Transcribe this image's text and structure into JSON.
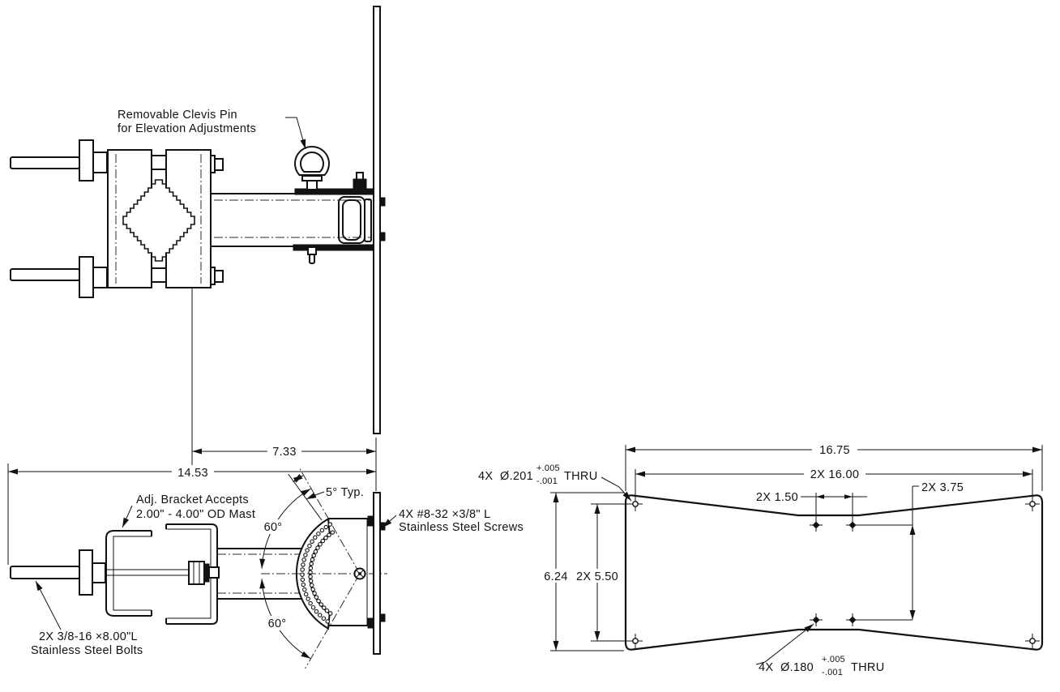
{
  "views": {
    "side": {
      "clevis_note_1": "Removable Clevis Pin",
      "clevis_note_2": "for Elevation Adjustments"
    },
    "plan": {
      "bracket_note_1": "Adj. Bracket Accepts",
      "bracket_note_2": "2.00\" - 4.00\" OD Mast",
      "bolts_note_1": "2X 3/8-16 ×8.00\"L",
      "bolts_note_2": "Stainless Steel Bolts",
      "screws_note_1": "4X #8-32 ×3/8\" L",
      "screws_note_2": "Stainless Steel Screws",
      "dim_boom": "7.33",
      "dim_overall": "14.53",
      "angle_typ": "5° Typ.",
      "angle_upper": "60°",
      "angle_lower": "60°"
    },
    "plate": {
      "dim_width": "16.75",
      "dim_hole_span_h": "2X 16.00",
      "dim_center_span": "2X 1.50",
      "dim_center_offset": "2X 3.75",
      "dim_height": "6.24",
      "dim_hole_span_v": "2X 5.50",
      "callout_corner": {
        "label": "4X  Ø.201",
        "tol_plus": "+.005",
        "tol_minus": "-.001",
        "suffix": "THRU"
      },
      "callout_center": {
        "label": "4X  Ø.180",
        "tol_plus": "+.005",
        "tol_minus": "-.001",
        "suffix": "THRU"
      }
    }
  },
  "colors": {
    "ink": "#121212",
    "paper": "#ffffff"
  }
}
